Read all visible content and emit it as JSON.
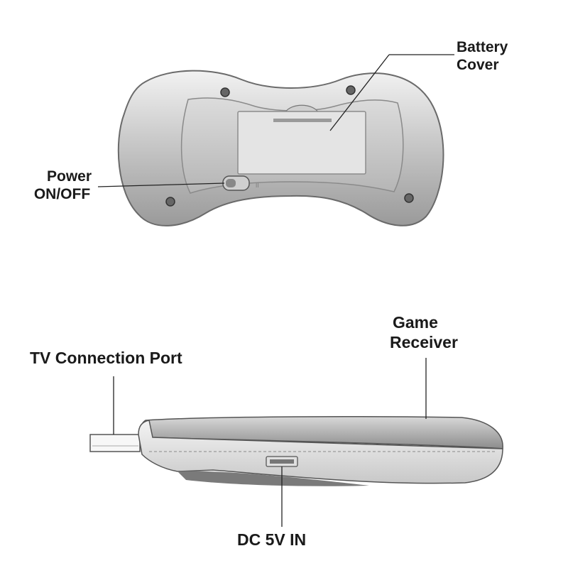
{
  "labels": {
    "battery_cover": [
      "Battery",
      "Cover"
    ],
    "power_switch": [
      "Power",
      "ON/OFF"
    ],
    "game_receiver": [
      "Game",
      "Receiver"
    ],
    "tv_port": "TV Connection Port",
    "dc_in": "DC 5V IN"
  },
  "colors": {
    "text": "#1a1a1a",
    "body_light": "#e8e8e8",
    "body_mid": "#bdbdbd",
    "body_dark": "#7a7a7a",
    "outline": "#555555"
  }
}
